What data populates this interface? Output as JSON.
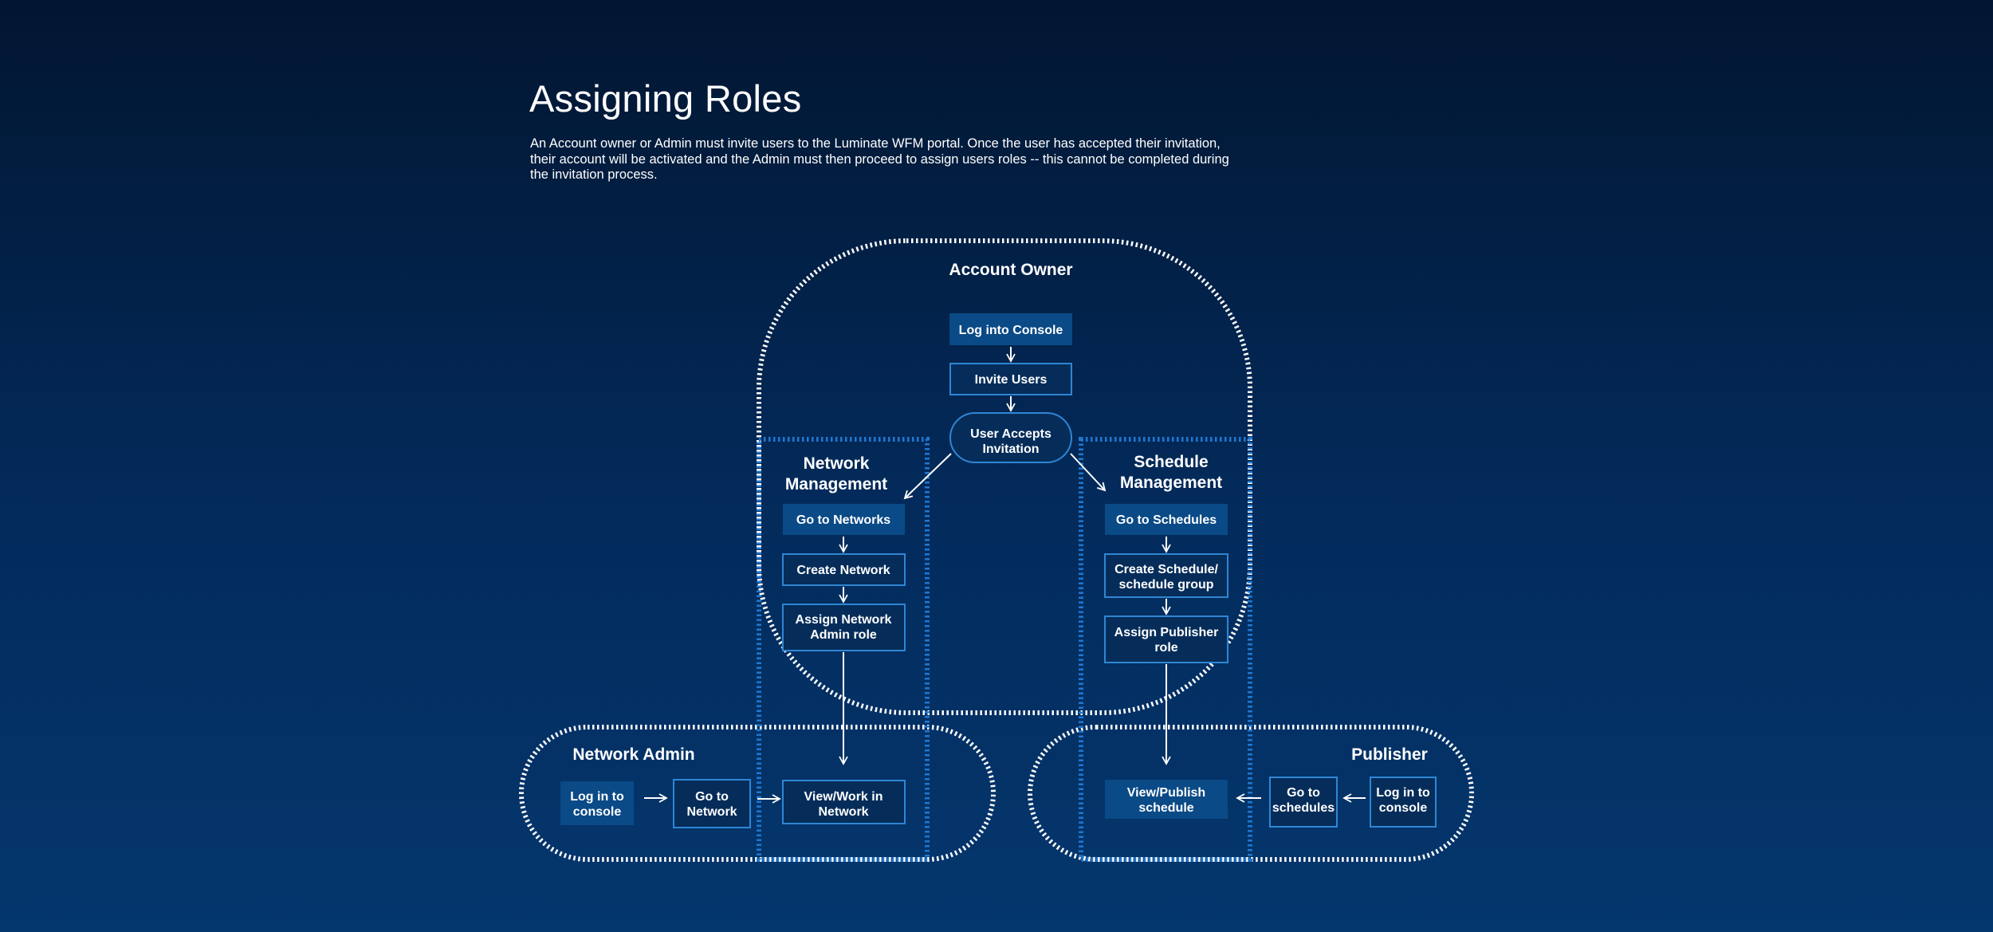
{
  "page": {
    "title": "Assigning Roles",
    "description": "An Account owner or Admin must invite users to the Luminate WFM portal. Once the user has accepted their invitation, their account will be activated and the Admin must then proceed to assign users roles -- this cannot be completed during the invitation process."
  },
  "colors": {
    "background_top": "#021631",
    "background_bottom": "#04376e",
    "filled_step": "#0a4a86",
    "outline_step": "#2f86d4",
    "management_border": "#1f78d1",
    "role_border": "#ffffff",
    "text": "#ffffff"
  },
  "regions": {
    "account_owner": "Account Owner",
    "network_management_line1": "Network",
    "network_management_line2": "Management",
    "schedule_management_line1": "Schedule",
    "schedule_management_line2": "Management",
    "network_admin": "Network Admin",
    "publisher": "Publisher"
  },
  "steps": {
    "log_into_console": "Log into Console",
    "invite_users": "Invite Users",
    "user_accepts_line1": "User Accepts",
    "user_accepts_line2": "Invitation",
    "go_to_networks": "Go to Networks",
    "create_network": "Create Network",
    "assign_network_admin_line1": "Assign Network",
    "assign_network_admin_line2": "Admin role",
    "go_to_schedules": "Go to Schedules",
    "create_schedule_line1": "Create Schedule/",
    "create_schedule_line2": "schedule group",
    "assign_publisher_line1": "Assign Publisher",
    "assign_publisher_line2": "role",
    "na_log_in_line1": "Log in to",
    "na_log_in_line2": "console",
    "na_go_to_network_line1": "Go to",
    "na_go_to_network_line2": "Network",
    "view_work_line1": "View/Work in",
    "view_work_line2": "Network",
    "view_publish_line1": "View/Publish",
    "view_publish_line2": "schedule",
    "pub_go_to_schedules_line1": "Go to",
    "pub_go_to_schedules_line2": "schedules",
    "pub_log_in_line1": "Log in to",
    "pub_log_in_line2": "console"
  }
}
